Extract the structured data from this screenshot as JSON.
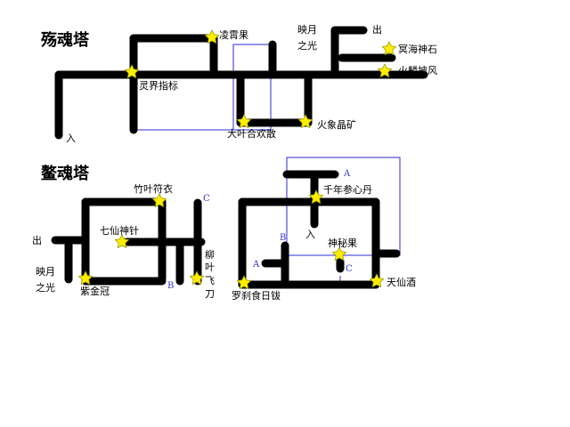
{
  "colors": {
    "wall": "#000000",
    "star": "#ffee00",
    "star_stroke": "#999900",
    "guide": "#2b2bd6",
    "guide_text": "#3333cc"
  },
  "tower1": {
    "title": "殇魂塔",
    "entrance": "入",
    "exit": "出",
    "moonlight_line1": "映月",
    "moonlight_line2": "之光",
    "items": {
      "lingjie": "灵界指标",
      "lingxiao": "凌霄果",
      "daye": "大叶合欢散",
      "huoxiang": "火象晶矿",
      "minghai": "冥海神石",
      "huolin": "火麟披风"
    }
  },
  "tower2": {
    "title": "鳌魂塔",
    "exit": "出",
    "moonlight_line1": "映月",
    "moonlight_line2": "之光",
    "zhuye": "竹叶符衣",
    "qixian": "七仙神针",
    "zijin": "紫金冠",
    "liuye": [
      "柳",
      "叶",
      "飞",
      "刀"
    ],
    "marker_c": "C",
    "marker_b": "B"
  },
  "tower3": {
    "entrance": "入",
    "qiannian": "千年参心丹",
    "shenmi": "神秘果",
    "tianxian": "天仙酒",
    "luosha": "罗刹食日钹",
    "marker_a_top": "A",
    "marker_a_left": "A",
    "marker_b": "B",
    "marker_c": "C"
  }
}
